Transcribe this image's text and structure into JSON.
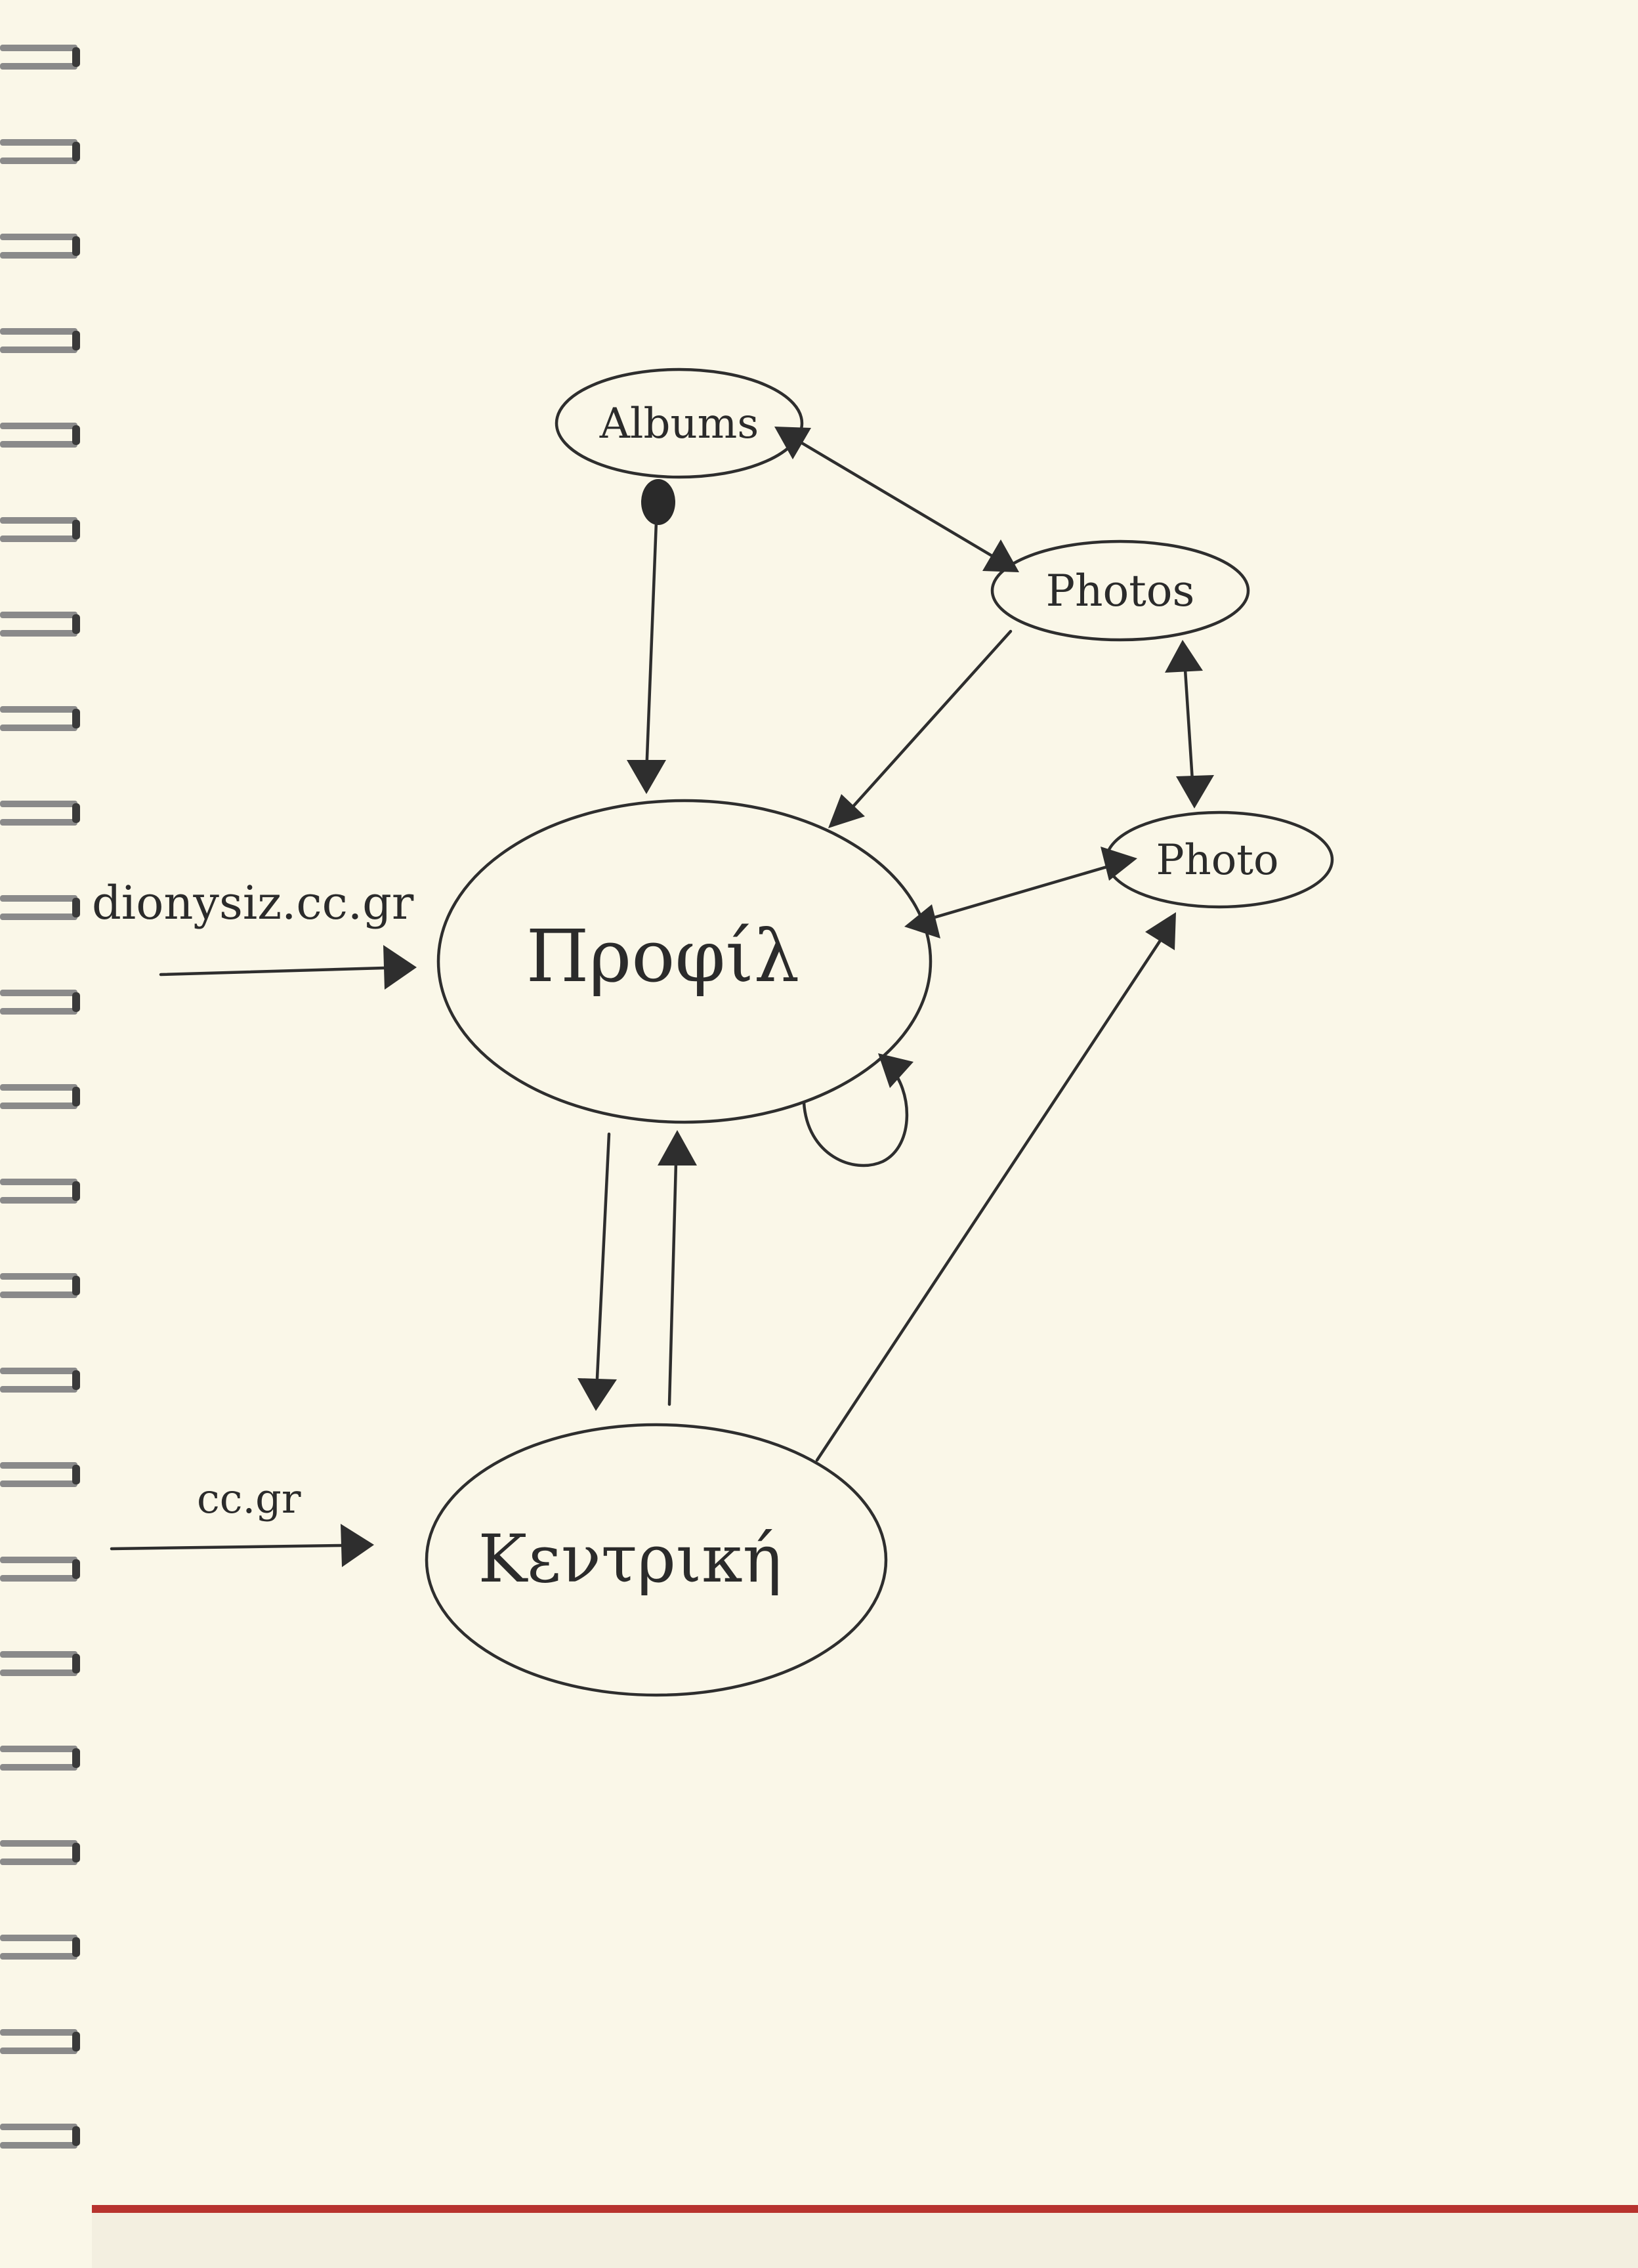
{
  "nodes": {
    "albums": "Albums",
    "photos": "Photos",
    "photo": "Photo",
    "profil": "Προφίλ",
    "kentriki": "Κεντρική"
  },
  "entry_labels": {
    "profile_entry": "dionysiz.cc.gr",
    "home_entry": "cc.gr"
  },
  "colors": {
    "paper": "#faf7e8",
    "ink": "#2e2e2e",
    "spiral": "#8a8a8a",
    "page_edge": "#b7332e"
  }
}
